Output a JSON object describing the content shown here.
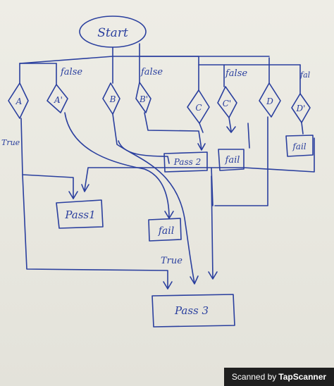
{
  "diagram": {
    "start_label": "Start",
    "decisions": [
      "A",
      "A'",
      "B",
      "B'",
      "C",
      "C'",
      "D",
      "D'"
    ],
    "edge_labels": {
      "false_a": "false",
      "false_b": "false",
      "false_c": "false",
      "false_d": "fal",
      "true_a": "True",
      "true_fail": "True"
    },
    "outcomes": {
      "pass1": "Pass1",
      "pass2": "Pass 2",
      "pass3": "Pass 3",
      "fail_b": "fail",
      "fail_c": "fail",
      "fail_d": "fail"
    }
  },
  "watermark": {
    "prefix": "Scanned by",
    "brand": "TapScanner"
  }
}
